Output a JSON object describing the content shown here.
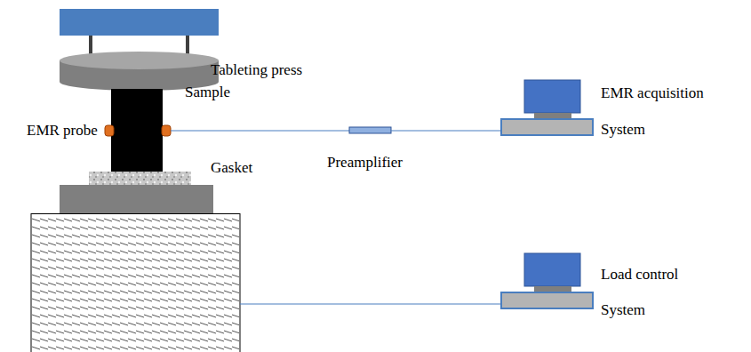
{
  "diagram": {
    "labels": [
      "Tableting press",
      "Sample",
      "EMR probe",
      "Gasket",
      "Preamplifier",
      "EMR acquisition",
      "System",
      "Load control",
      "System"
    ]
  }
}
